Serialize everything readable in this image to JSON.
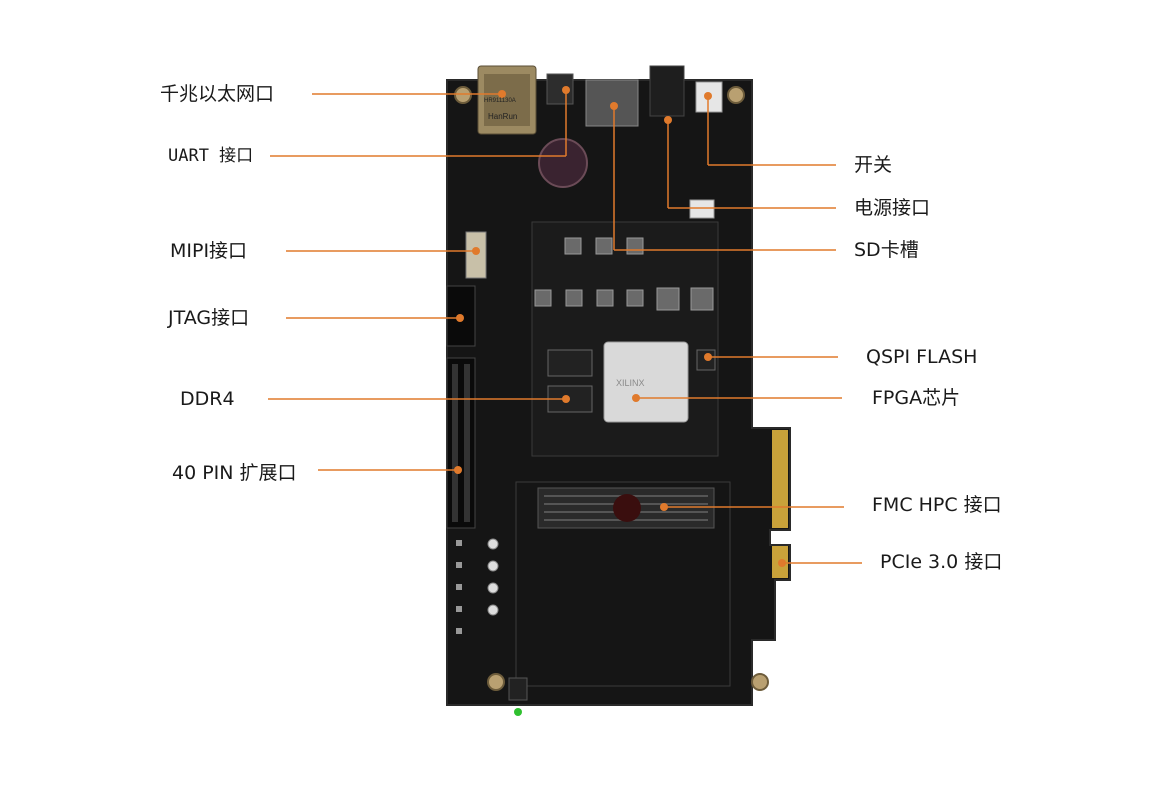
{
  "colors": {
    "leader_line": "#e07a2c",
    "board": "#151515",
    "board_edge": "#2a2a2a",
    "gold_contact": "#c9a23a",
    "copper_hole": "#b9a071",
    "fpga_silver": "#d9d9d9"
  },
  "labels": {
    "ethernet": "千兆以太网口",
    "uart": "UART 接口",
    "mipi": "MIPI接口",
    "jtag": "JTAG接口",
    "ddr4": "DDR4",
    "gpio40": "40 PIN 扩展口",
    "switch": "开关",
    "power": "电源接口",
    "sd": "SD卡槽",
    "qspi": "QSPI FLASH",
    "fpga": "FPGA芯片",
    "fmc": "FMC HPC 接口",
    "pcie": "PCIe 3.0 接口"
  },
  "board_text": {
    "rj45_brand": "HanRun",
    "rj45_part": "HR911130A",
    "fpga_mark": "XILINX"
  }
}
